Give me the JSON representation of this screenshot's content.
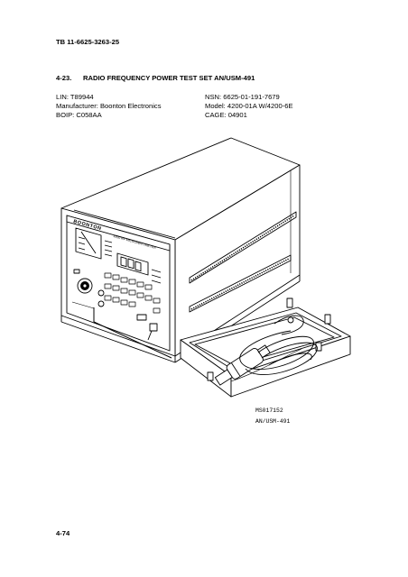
{
  "header": {
    "doc_id": "TB 11-6625-3263-25"
  },
  "section": {
    "number": "4-23.",
    "title": "RADIO FREQUENCY POWER TEST SET AN/USM-491"
  },
  "info": {
    "lin": "LIN:  T89944",
    "manufacturer": "Manufacturer:  Boonton Electronics",
    "boip": "BOIP:  C058AA",
    "nsn": "NSN:  6625-01-191-7679",
    "model": "Model:  4200-01A W/4200-6E",
    "cage": "CAGE:  04901"
  },
  "figure": {
    "brand": "BOONTON",
    "panel_title": "4200 RF MICROWATTMETER",
    "tag_1": "MS017152",
    "tag_2": "AN/USM-491"
  },
  "footer": {
    "page": "4-74"
  }
}
